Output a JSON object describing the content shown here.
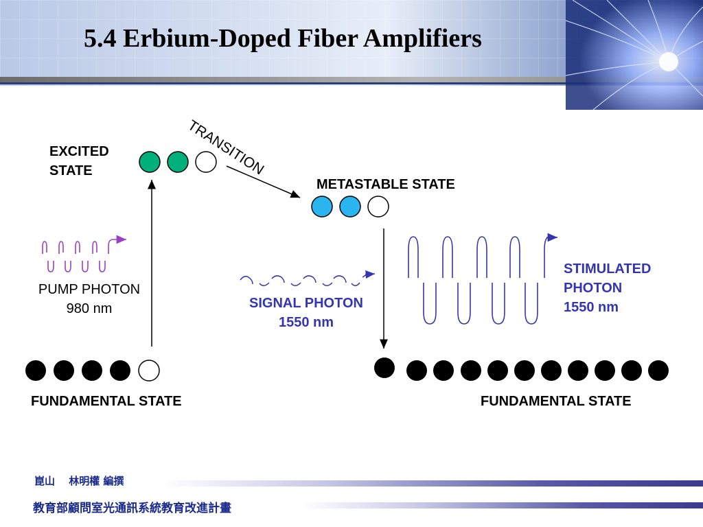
{
  "slide": {
    "title": "5.4 Erbium-Doped Fiber Amplifiers"
  },
  "diagram": {
    "excited_state": "EXCITED\nSTATE",
    "transition": "TRANSITION",
    "metastable_state": "METASTABLE STATE",
    "pump_photon": "PUMP PHOTON",
    "pump_wavelength": "980 nm",
    "signal_photon": "SIGNAL PHOTON",
    "signal_wavelength": "1550 nm",
    "stimulated_photon": "STIMULATED\nPHOTON",
    "stimulated_wavelength": "1550 nm",
    "fundamental_left": "FUNDAMENTAL STATE",
    "fundamental_right": "FUNDAMENTAL STATE",
    "colors": {
      "excited_filled": "#00b07a",
      "metastable_filled": "#2ab4f0",
      "ground_filled": "#000000",
      "pump_wave": "#9b3fc2",
      "signal_wave": "#3535b0",
      "stimulated_wave": "#3535b0"
    }
  },
  "footer": {
    "authors": "崑山　 林明權 編撰",
    "program": "教育部顧問室光通訊系統教育改進計畫"
  }
}
